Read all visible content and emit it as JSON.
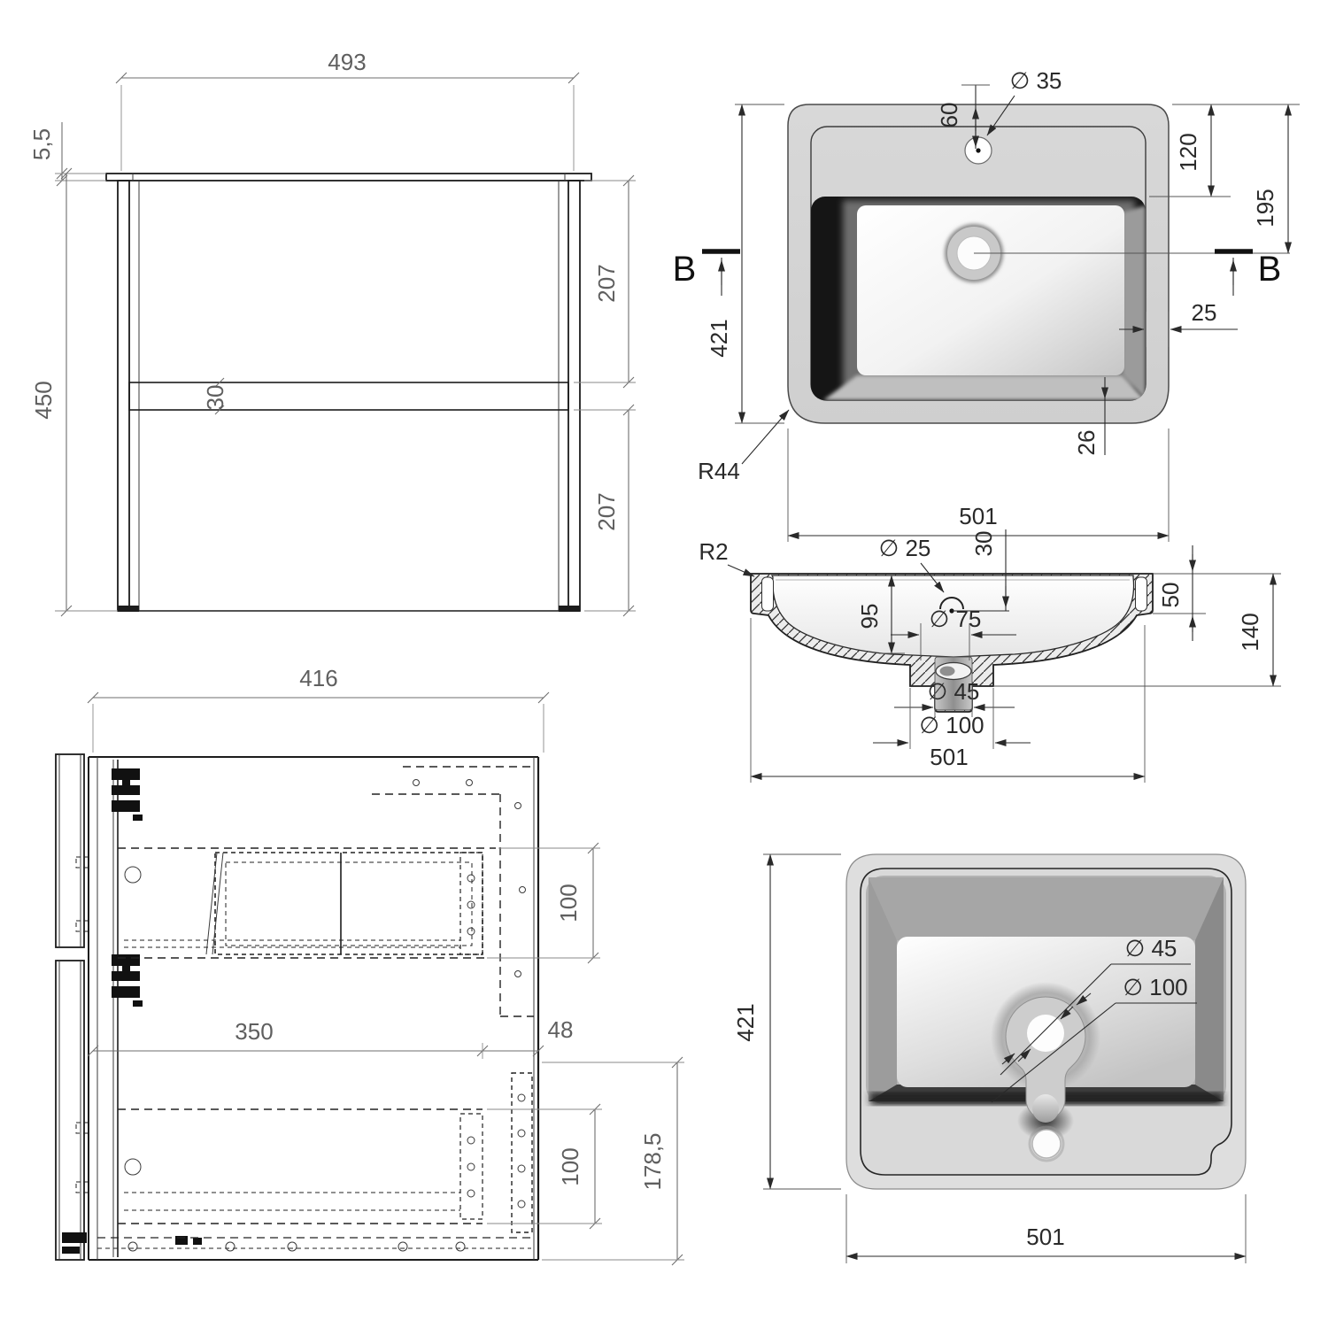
{
  "drawing_title": "washbasin-vanity-technical-drawing",
  "front_view": {
    "width": "493",
    "top_thickness": "5,5",
    "height": "450",
    "shelf_thickness": "30",
    "upper_section": "207",
    "lower_section": "207"
  },
  "top_view": {
    "faucet_offset": "60",
    "faucet_dia": "∅ 35",
    "deck_depth": "120",
    "drain_offset": "195",
    "height": "421",
    "rim_width": "25",
    "rim_bottom": "26",
    "width": "501",
    "corner_radius": "R44",
    "section_mark": "B"
  },
  "section_view": {
    "edge_radius": "R2",
    "overflow_dia": "∅ 25",
    "overflow_depth": "30",
    "basin_depth": "95",
    "recess_dia": "∅ 75",
    "ledge": "50",
    "total_depth": "140",
    "drain_dia": "∅ 45",
    "boss_dia": "∅ 100",
    "width": "501"
  },
  "side_view": {
    "depth": "416",
    "upper_rail": "100",
    "front_depth": "350",
    "back_gap": "48",
    "lower_rail": "100",
    "drawer_height": "178,5"
  },
  "underside_view": {
    "height": "421",
    "drain_dia": "∅ 45",
    "boss_dia": "∅ 100",
    "width": "501"
  }
}
